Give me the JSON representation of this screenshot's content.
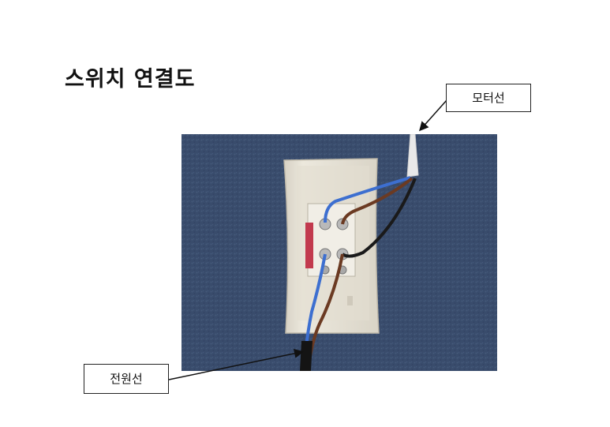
{
  "title": "스위치 연결도",
  "labels": {
    "motor": "모터선",
    "power": "전원선"
  },
  "colors": {
    "carpet": "#3e5273",
    "wire_blue": "#3d6fd0",
    "wire_brown": "#6b3a22",
    "wire_black": "#1a1a1a",
    "switch_body": "#e8e4d8"
  }
}
